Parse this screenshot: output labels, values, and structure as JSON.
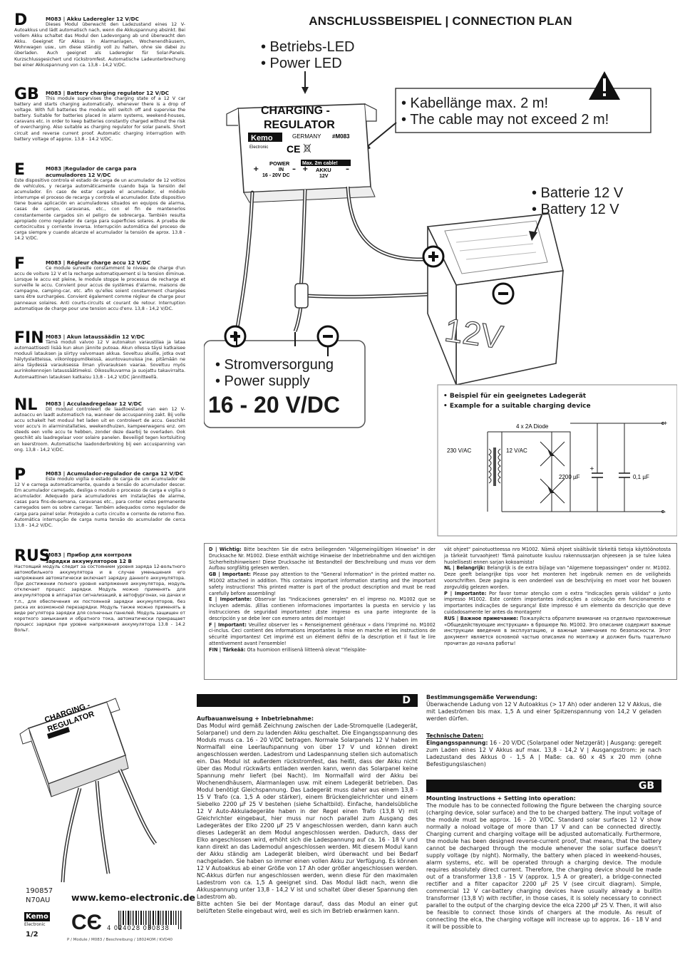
{
  "lang_blocks": [
    {
      "code": "D",
      "heading": "M083 | Akku Laderegler 12 V/DC",
      "text": "Dieses Modul überwacht den Ladezustand eines 12 V-Autoakkus und lädt automatisch nach, wenn die Akkuspannung absinkt. Bei vollem Akku schaltet das Modul den Ladevorgang ab und überwacht den Akku. Geeignet für Akkus in Alarmanlagen, Wochenendhäusern, Wohnwagen usw., um diese ständig voll zu halten, ohne sie dabei zu überladen. Auch geeignet als Laderegler für Solar-Panels. Kurzschlussgesichert und rückstromfest. Automatische Ladeunterbrechung bei einer Akkuspannung von ca. 13,8 - 14,2 V/DC."
    },
    {
      "code": "GB",
      "heading": "M083 | Battery charging regulator 12 V/DC",
      "text": "This module supervises the charging state of a 12 V car battery and starts charging automatically, whenever there is a drop of voltage. With full batteries the module will switch off and supervise the battery. Suitable for batteries placed in alarm systems, weekend-houses, caravans etc. in order to keep batteries constantly charged without the risk of overcharging. Also suitable as charging regulator for solar panels. Short circuit and reverse current proof. Automatic charging interruption with battery voltage of approx. 13.8 - 14.2 V/DC."
    },
    {
      "code": "E",
      "heading": "M083 |Regulador de carga para acumuladores 12 V/DC",
      "text": "Este dispositivo controla el estado de carga de un acumulador de 12 voltios de vehículos, y recarga automáticamente cuando baja la tensión del acumulador. En caso de estar cargado el acumulador, el módulo interrumpe el proceso de recarga y controla el acumulador. Este dispositivo tiene buena aplicación en acumuladores situados en equipos de alarma, casas de campo, caravanas, etc., con el fin de mantenerlos constantemente cargados sin el peligro de sobrecarga. También resulta apropiado como regulador de carga para superficies solares. A prueba de cortocircuitos y corriente inversa. Interrupción automática del proceso de carga siempre y cuando alcanze el acumulador la tensión de aprox. 13.8 - 14.2 V/DC."
    },
    {
      "code": "F",
      "heading": "M083 | Régleur charge accu 12 V/DC",
      "text": "Ce module surveille constamment le niveau de charge d'un accu de voiture 12 V et la recharge automatiquement si la tension diminue. Lorsque le accu est pleine, le module stoppe le processus de recharge et surveille le accu. Convient pour accus de systèmes d'alarme, maisons de campagne, camping-car, etc. afin qu'elles soient constamment chargées sans être surchargées. Convient également comme régleur de charge pour panneaux solaires. Anti courts-circuits et courant de retour. Interruption automatique de charge pour une tension accu d'env. 13,8 - 14,2 V/DC."
    },
    {
      "code": "FIN",
      "heading": "M083 | Akun lataussäädin 12 V/DC",
      "text": "Tämä moduli valvoo 12 V autonakun varaustilaa ja lataa automaattisesti lisää kun akun jännite putoaa. Akun ollessa täysi katkaisee moduuli latauksen ja siirtyy valvomaan akkua. Soveltuu akuille, jotka ovat hälytyslaitteissa, viikonloppumökeissä, asuntovaunuissa jne. pitämään ne aina täydessä varauksessa ilman ylivarauksen vaaraa. Soveltuu myös aurinkokennojen lataussäätimeksi. Oikosulkuvarma ja suojattu takavirralta. Automaattinen latauksen katkaisu 13,8 - 14,2 V/DC jännitteellä."
    },
    {
      "code": "NL",
      "heading": "M083 | Acculaadregelaar 12 V/DC",
      "text": "Dit moduul controleert de laadtoestand van een 12 V-autoaccu en laadt automatisch na, wanneer de accuspanning zakt. Bij volle accu schakelt het moduul het laden uit en controleert de accu. Geschikt voor accu's in alarminstallaties, weekendhuizen, kampeerwagens enz. om steeds een volle accu te hebben, zonder deze daarbij te overladen. Ook geschikt als laadregelaar voor solaire panelen. Beveiligd tegen kortsluiting en keerstroom. Automatische laadonderbreking bij een accuspanning van ong. 13,8 - 14,2 V/DC."
    },
    {
      "code": "P",
      "heading": "M083 | Acumulador-regulador de carga 12 V/DC",
      "text": "Este modulo vigília o estado de carga de um acumulador de 12 V e carrega automaticamente, quando a tensão do acumulador descer. Em acumulador carregado, desliga o modulo o processo de carga e vigília o acumulador. Adequado para acumuladores em instalações de alarme, casas para fins-de-semana, caravanas etc., para conter estes permanente carregados sem os sobre carregar. Também adequados como regulador de carga para painel solar. Protegido a curto circuito e corrente de retorno fixo. Automática interrupção de carga numa tensão do acumulador de cerca 13,8 - 14,2 V/DC."
    },
    {
      "code": "RUS",
      "heading": "M083 | Прибор для контроля зарядки аккумуляторов 12 В",
      "text": "Настоящий модуль следит за состоянием уровня заряда 12-вольтного автомобильного аккумулятора и в случае уменьшения его напряжения автоматически включает зарядку данного аккумулятора. При достижении полного уровня напряжения аккумулятора, модуль отключает процесс зарядки. Модуль можно применять для аккумуляторов в аппаратах сигнализаций, в автофургонах, на дачах и т.п., для обеспечения их постоянной зарядки аккумуляторов, без риска их возможной перезарядки. Модуль также можно применять в виде регулятора зарядки для солнечных панелей. Модуль защищен от короткого замыкания и обратного тока, автоматически прекращает процесс зарядки при уровне напряжения аккумулятора 13.8 - 14.2 Вольт."
    }
  ],
  "diagram": {
    "title": "ANSCHLUSSBEISPIEL | CONNECTION PLAN",
    "led_lines": [
      "• Betriebs-LED",
      "• Power LED"
    ],
    "cable_lines": [
      "• Kabellänge max. 2 m!",
      "• The cable may not exceed 2 m!"
    ],
    "battery_lines": [
      "• Batterie 12 V",
      "• Battery 12 V"
    ],
    "supply_lines": [
      "• Stromversorgung",
      "• Power supply"
    ],
    "supply_voltage": "16 - 20 V/DC",
    "module_title": "CHARGING -",
    "module_title2": "REGULATOR",
    "module_brand": "Kemo",
    "module_brand_sub": "Electronic",
    "module_country": "GERMANY",
    "module_code": "#M083",
    "module_power": "POWER",
    "module_in": "IN",
    "module_in_range": "16 - 20V DC",
    "module_cable": "Max. 2m cable!",
    "module_akku": "AKKU",
    "module_akku_v": "12V",
    "battery_label": "12V"
  },
  "charger": {
    "line1": "• Beispiel für ein geeignetes Ladegerät",
    "line2": "• Example for a suitable charging device",
    "diode": "4 x 2A Diode",
    "primary": "230 V/AC",
    "secondary": "12 V/AC",
    "cap1": "2200 µF",
    "cap2": "0,1 µF",
    "plus": "+",
    "minus": "-"
  },
  "notice": {
    "left": [
      {
        "lead": "D | Wichtig:",
        "text": " Bitte beachten Sie die extra beiliegenden \"Allgemeingültigen Hinweise\" in der Drucksache Nr. M1002. Diese enthält wichtige Hinweise der Inbetriebnahme und den wichtigen Sicherheitshinweisen! Diese Drucksache ist Bestandteil der Beschreibung und muss vor dem Aufbau sorgfältig gelesen werden."
      },
      {
        "lead": "GB | Important:",
        "text": " Please pay attention to the \"General Information\" in the printed matter no. M1002 attached in addition. This contains important information starting and the important safety instructions! This printed matter is part of the product description and must be read carefully before assembling!"
      },
      {
        "lead": "E | Importante:",
        "text": " Observar las \"Indicaciones generales\" en el impreso no. M1002 que se incluyen además. ¡Ellas contienen informaciones importantes la puesta en servicio y las instrucciones de seguridad importantes! ¡Este impreso es una parte integrante de la descripción y se debe leer con esmero antes del montaje!"
      },
      {
        "lead": "F | Important:",
        "text": " Veuillez observer les « Renseignement généraux » dans l'imprimé no. M1002 ci-inclus. Ceci contient des informations importantes la mise en marche et les instructions de sécurité importantes! Cet imprimé est un élément défini de la description et il faut le lire attentivement avant l'ensemble!"
      },
      {
        "lead": "FIN | Tärkeää:",
        "text": " Ota huomioon erillisenä liitteenä olevat \"Yleispäte-"
      }
    ],
    "right": [
      {
        "lead": "",
        "text": "vät ohjeet\" painotuotteessa nro M1002. Nämä ohjeet sisältävät tärkeitä tietoja käyttöönotosta ja tärkeät turvaohjeet! Tämä painotuote kuuluu rakennussarjan ohjeeseen ja se tulee lukea huolellisesti ennen sarjan kokoamista!"
      },
      {
        "lead": "NL | Belangrijk:",
        "text": " Belangrijk is de extra bijlage van \"Algemene toepassingen\" onder nr. M1002. Deze geeft belangrijke tips voor het monteren het ingebruik nemen en de veiligheids voorschriften. Deze pagina is een onderdeel van de beschrijving en moet voor het bouwen zorgvuldig gelezen worden."
      },
      {
        "lead": "P | Importante:",
        "text": " Por favor tomar atenção com o extra \"Indicações gerais válidas\" o junto impresso M1002. Este contém importantes indicações a colocação em funcionamento e importantes indicações de segurança! Este impresso é um elemento da descrição que deve cuidadosamente ler antes da montagem!"
      },
      {
        "lead": "RUS | Важное примечание:",
        "text": " Пожалуйста обратите внимание на отдельно приложенные «Общедействующие инструкции» в брошюре No. M1002. Это описание содержит важные инструкции введения в эксплуатацию, и важные замечания по безопасности. Этот документ является основной частью описания по монтажу и должен быть тщательно прочитан до начала работы!"
      }
    ]
  },
  "bottom_left": {
    "photo_title1": "CHARGING -",
    "photo_title2": "REGULATOR",
    "art_no": "190857",
    "batch": "N70AU",
    "url": "www.kemo-electronic.de",
    "logo": "Kemo",
    "logo_sub": "Electronic",
    "page": "1/2",
    "barcode_lead": "4",
    "barcode_mid": "024028",
    "barcode_end": "030838",
    "footer": "P / Module / M083 / Beschreibung / 18024OM / KVD40"
  },
  "section_d": {
    "label": "D",
    "heading": "Aufbauanweisung + Inbetriebnahme:",
    "text": "Das Modul wird gemäß Zeichnung zwischen der Lade-Stromquelle (Ladegerät, Solarpanel) und dem zu ladenden Akku geschaltet. Die Eingangsspannung des Moduls muss ca. 16 - 20 V/DC betragen. Normale Solarpanels 12 V haben im Normalfall eine Leerlaufspannung von über 17 V und können direkt angeschlossen werden. Ladestrom und Ladespannung stellen sich automatisch ein. Das Modul ist außerdem rückstromfest, das heißt, dass der Akku nicht über das Modul rückwärts entladen werden kann, wenn das Solarpanel keine Spannung mehr liefert (bei Nacht). Im Normalfall wird der Akku bei Wochenendhäusern, Alarmanlagen usw. mit einem Ladegerät betrieben. Das Modul benötigt Gleichspannung. Das Ladegerät muss daher aus einem 13,8 - 15 V Trafo (ca. 1,5 A oder stärker), einem Brückengleichrichter und einem Siebelko 2200 µF 25 V bestehen (siehe Schaltbild). Einfache, handelsübliche 12 V Auto-Akkuladegeräte haben in der Regel einen Trafo (13,8 V) mit Gleichrichter eingebaut, hier muss nur noch parallel zum Ausgang des Ladegerätes der Elko 2200 µF 25 V angeschlossen werden, dann kann auch dieses Ladegerät an dem Modul angeschlossen werden. Dadurch, dass der Elko angeschlossen wird, erhöht sich die Ladespannung auf ca. 16 - 18 V und kann direkt an das Lademodul angeschlossen werden. Mit diesem Modul kann der Akku ständig am Ladegerät bleiben, wird überwacht und bei Bedarf nachgeladen. Sie haben so immer einen vollen Akku zur Verfügung. Es können 12 V Autoakkus ab einer Größe von 17 Ah oder größer angeschlossen werden. NC-Akkus dürfen nur angeschlossen werden, wenn diese für den maximalen Ladestrom von ca. 1,5 A geeignet sind. Das Modul lädt nach, wenn die Akkuspannung unter 13,8 - 14,2 V ist und schaltet über dieser Spannung den Ladestrom ab.",
    "text2": "Bitte achten Sie bei der Montage darauf, dass das Modul an einer gut belüfteten Stelle eingebaut wird, weil es sich im Betrieb erwärmen kann."
  },
  "right_d": {
    "use_heading": "Bestimmungsgemäße Verwendung:",
    "use_text": "Überwachende Ladung von 12 V Autoakkus (> 17 Ah) oder anderen 12 V Akkus, die mit Ladeströmen bis max. 1,5 A und einer Spitzenspannung von 14,2 V geladen werden dürfen.",
    "tech_heading": "Technische Daten:",
    "tech_lead": "Eingangsspannung:",
    "tech_text": " 16 - 20 V/DC (Solarpanel oder Netzgerät) | Ausgang: geregelt zum Laden eines 12 V Akkus auf max. 13,8 - 14,2 V | Ausgangsstrom: je nach Ladezustand des Akkus 0 - 1,5 A | Maße: ca. 60 x 45 x 20 mm (ohne Befestigungslaschen)"
  },
  "section_gb": {
    "label": "GB",
    "heading": "Mounting instructions + Setting into operation:",
    "text": "The module has to be connected following the figure between the charging source (charging device, solar surface) and the to be charged battery. The input voltage of the module must be approx. 16 - 20 V/DC. Standard solar surfaces 12 V show normally a noload voltage of more than 17 V and can be connected directly. Charging current and charging voltage will be adjusted automatically. Furthermore, the module has been designed reverse-current proof, that means, that the battery cannot be decharged through the module whenever the solar surface doesn't supply voltage (by night). Normally, the battery when placed in weekend-houses, alarm systems, etc. will be operated through a charging device. The module requires absolutely direct current. Therefore, the charging device should be made out of a transformer 13,8 - 15 V (approx. 1,5 A or greater), a bridge-connected rectifier and a filter capacitor 2200 µF 25 V (see circuit diagram). Simple, commercial 12 V car-battery charging devices have usually already a builtin transformer (13,8 V) with rectifier, in those cases, it is solely necessary to connect parallel to the output of the charging device the elca 2200 µF 25 V. Then, it will also be feasible to connect those kinds of chargers at the module. As result of connecting the elca, the charging voltage will increase up to approx. 16 - 18 V and it will be possible to"
  },
  "colors": {
    "ink": "#1a1a1a",
    "section_bg": "#111111",
    "line": "#555555"
  }
}
